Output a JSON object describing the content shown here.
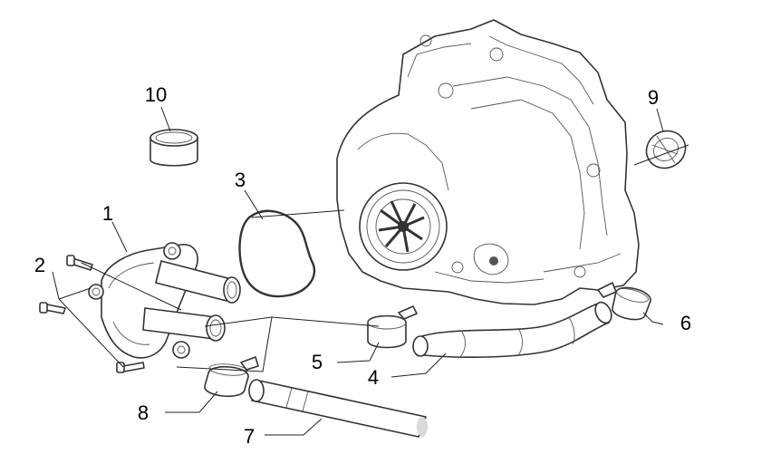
{
  "parts": [
    {
      "id": "part-1",
      "number": "1"
    },
    {
      "id": "part-2",
      "number": "2"
    },
    {
      "id": "part-3",
      "number": "3"
    },
    {
      "id": "part-4",
      "number": "4"
    },
    {
      "id": "part-5",
      "number": "5"
    },
    {
      "id": "part-6",
      "number": "6"
    },
    {
      "id": "part-7",
      "number": "7"
    },
    {
      "id": "part-8",
      "number": "8"
    },
    {
      "id": "part-9",
      "number": "9"
    },
    {
      "id": "part-10",
      "number": "10"
    }
  ]
}
